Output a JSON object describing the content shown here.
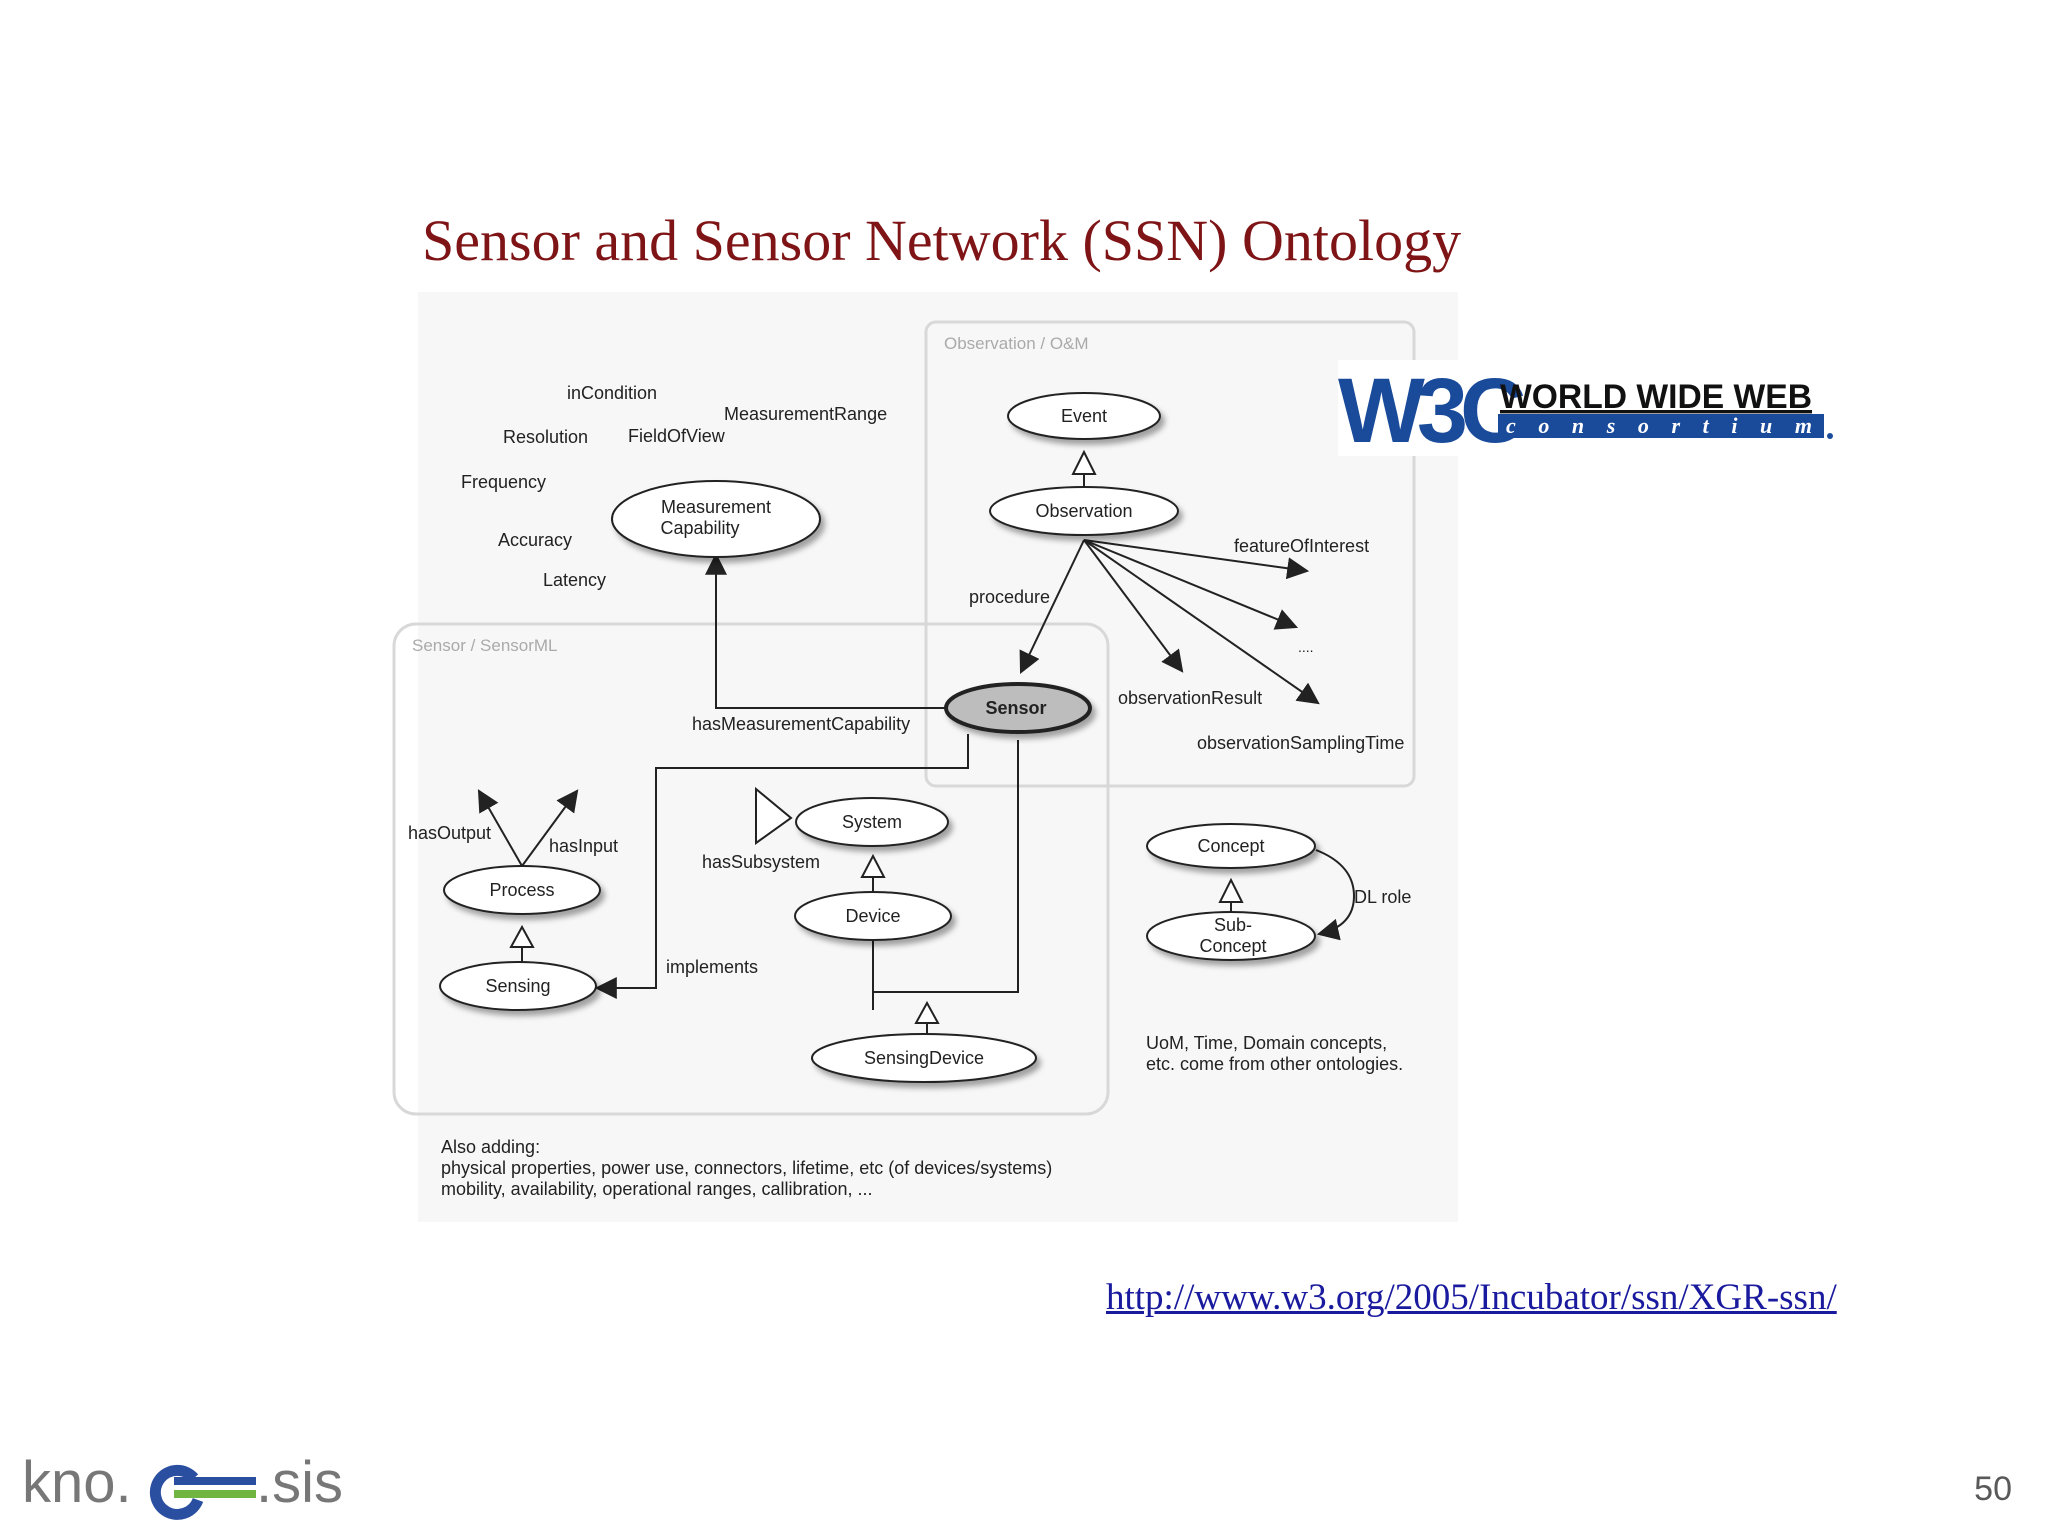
{
  "slide": {
    "title": "Sensor and Sensor Network (SSN) Ontology",
    "link": "http://www.w3.org/2005/Incubator/ssn/XGR-ssn/",
    "page_number": "50"
  },
  "diagram": {
    "groups": {
      "observation": "Observation / O&M",
      "sensor": "Sensor / SensorML"
    },
    "nodes": {
      "event": "Event",
      "observation": "Observation",
      "measurement_capability": [
        "Measurement",
        "Capability"
      ],
      "sensor": "Sensor",
      "system": "System",
      "device": "Device",
      "process": "Process",
      "sensing": "Sensing",
      "sensing_device": "SensingDevice",
      "concept": "Concept",
      "sub_concept": [
        "Sub-",
        "Concept"
      ]
    },
    "properties": {
      "in_condition": "inCondition",
      "measurement_range": "MeasurementRange",
      "resolution": "Resolution",
      "field_of_view": "FieldOfView",
      "frequency": "Frequency",
      "accuracy": "Accuracy",
      "latency": "Latency"
    },
    "edges": {
      "procedure": "procedure",
      "feature_of_interest": "featureOfInterest",
      "ellipsis": "....",
      "observation_result": "observationResult",
      "observation_sampling_time": "observationSamplingTime",
      "has_measurement_capability": "hasMeasurementCapability",
      "has_output": "hasOutput",
      "has_input": "hasInput",
      "has_subsystem": "hasSubsystem",
      "implements": "implements",
      "dl_role": "DL role"
    },
    "notes": {
      "other_ontologies": [
        "UoM, Time, Domain concepts,",
        "etc. come from other ontologies."
      ],
      "also_adding": [
        "Also adding:",
        "physical properties, power use, connectors, lifetime, etc (of devices/systems)",
        "mobility, availability, operational ranges, callibration, ..."
      ]
    }
  },
  "logos": {
    "w3c_mark": "W3C",
    "w3c_line1": "WORLD WIDE WEB",
    "w3c_line2": "c o n s o r t i u m",
    "knoesis": "kno.e.sis"
  },
  "colors": {
    "title": "#7f1416",
    "link": "#1a1a9e",
    "w3c_blue": "#1a4b9b",
    "sensor_fill": "#bdbdbd"
  }
}
